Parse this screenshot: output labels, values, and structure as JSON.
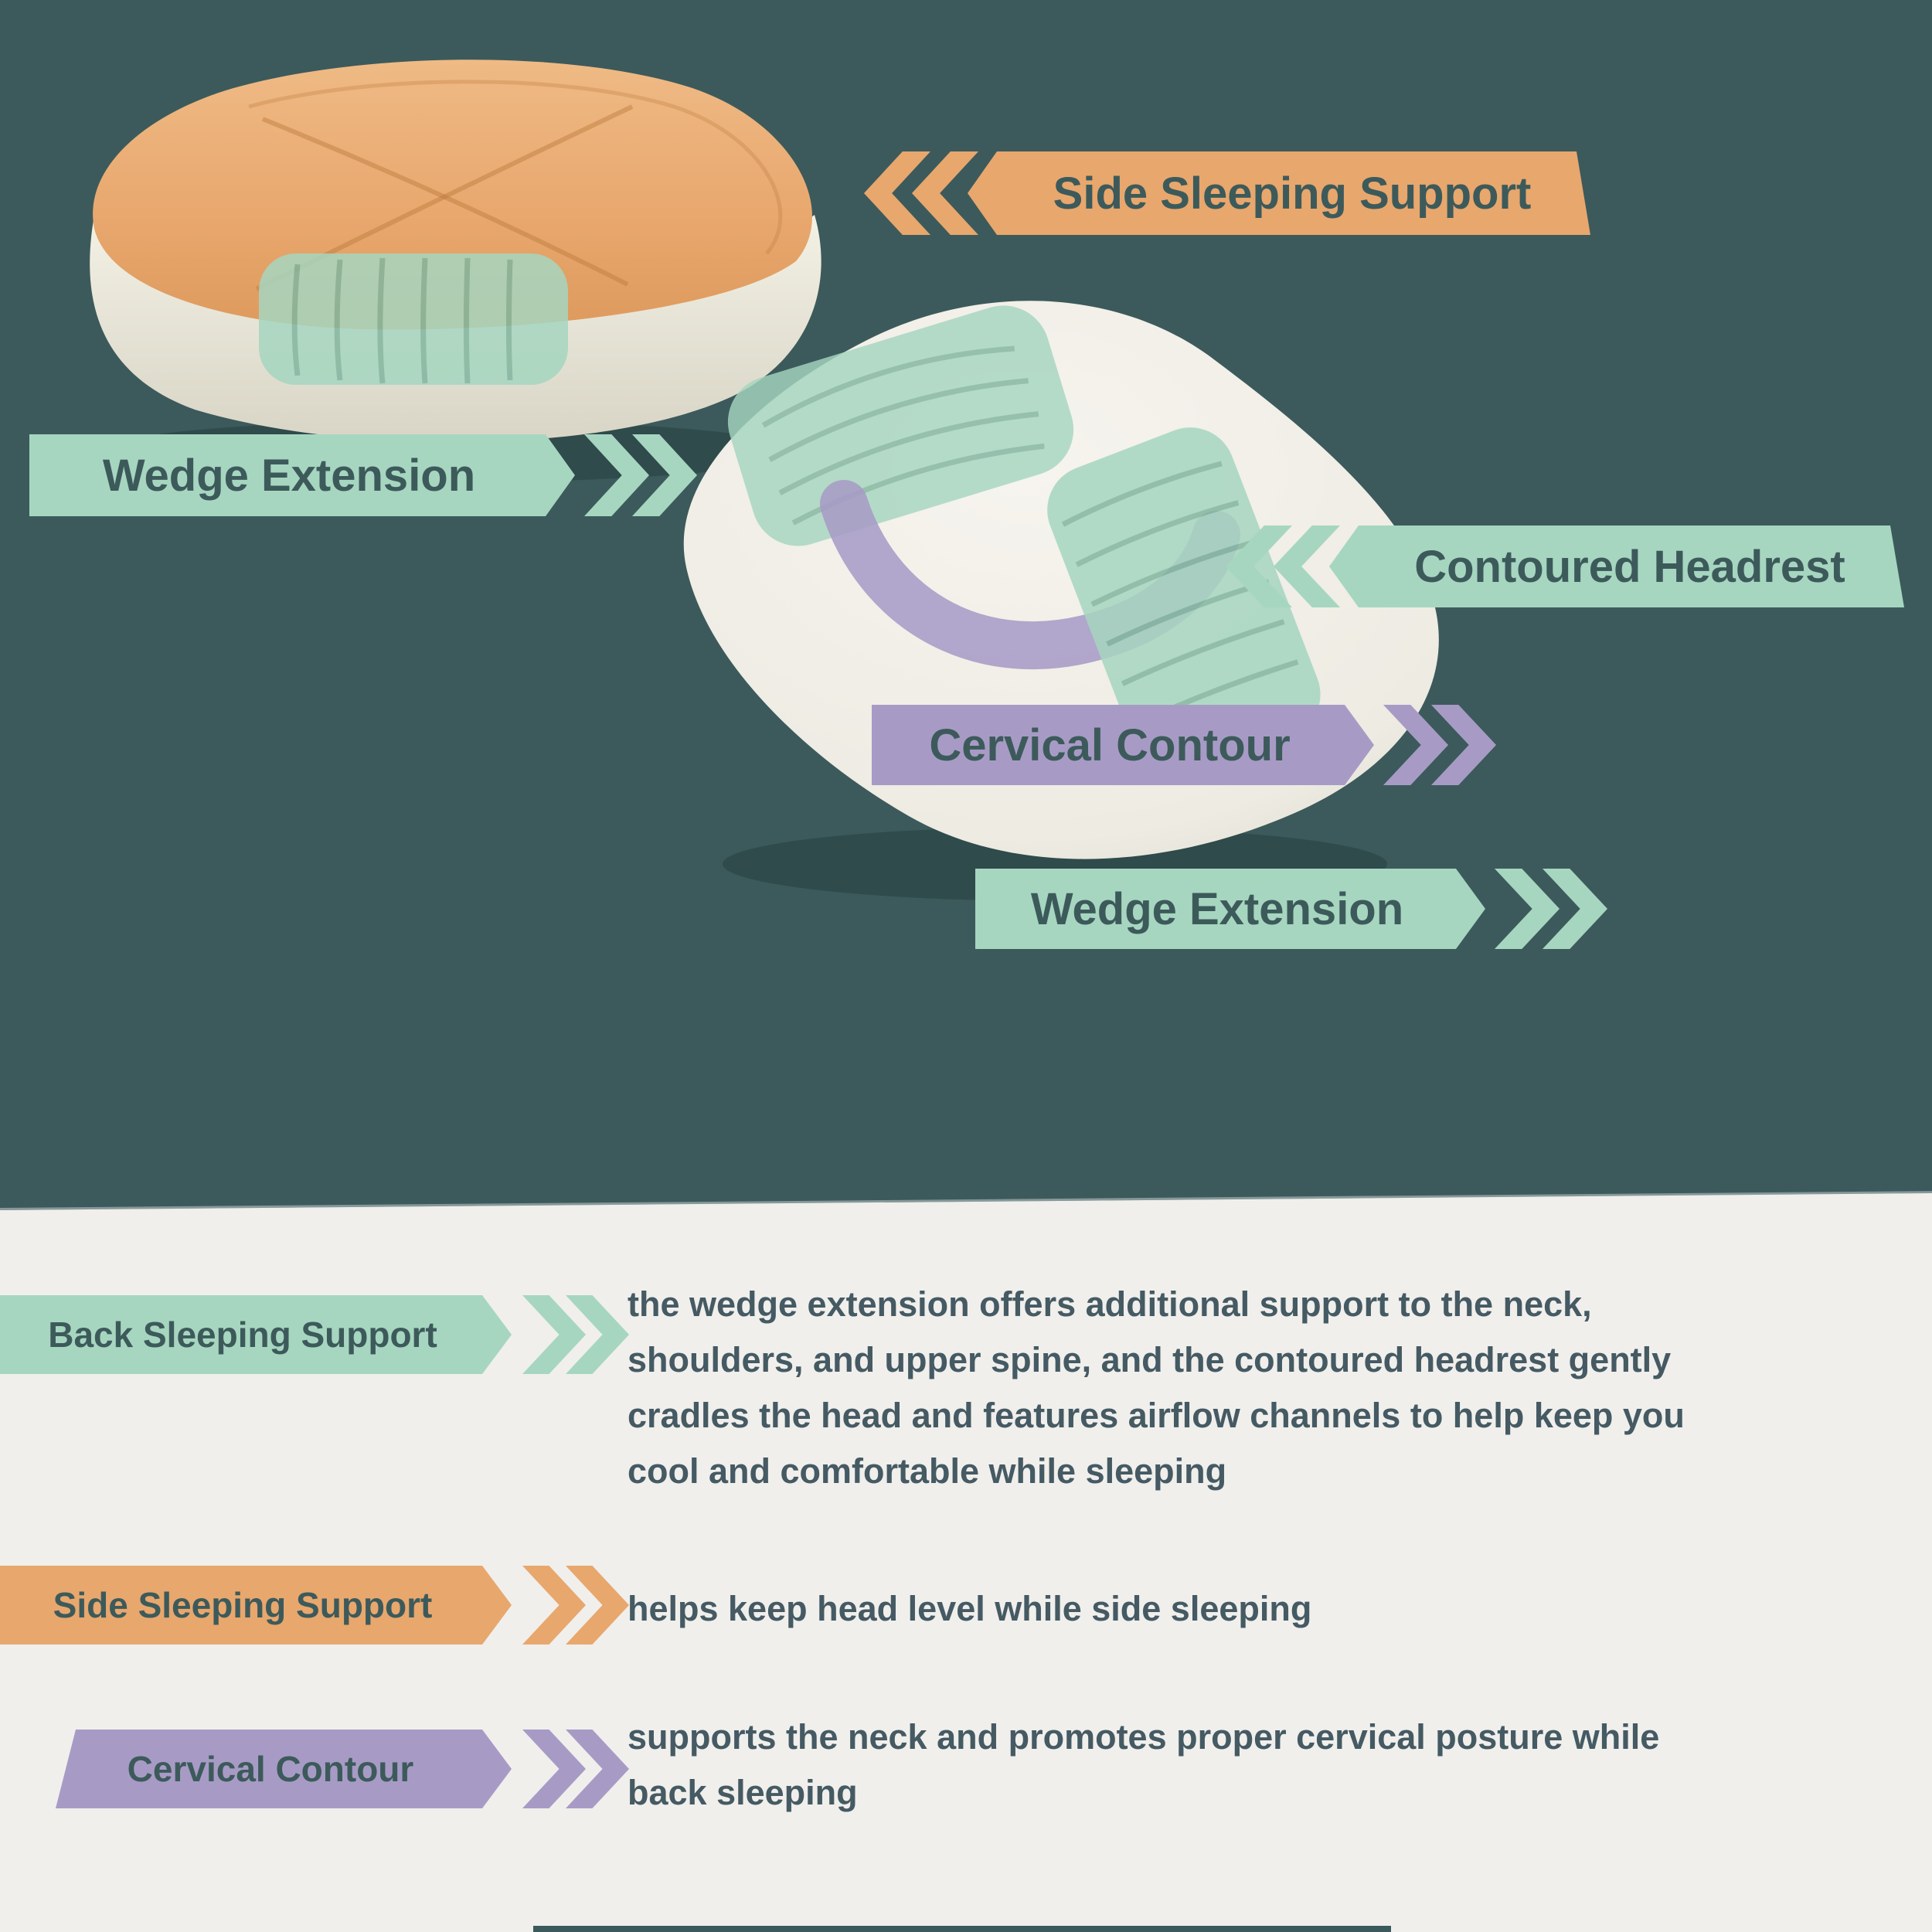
{
  "top": {
    "labels": {
      "side_sleeping_support": "Side Sleeping Support",
      "wedge_extension_left": "Wedge Extension",
      "contoured_headrest": "Contoured Headrest",
      "cervical_contour": "Cervical Contour",
      "wedge_extension_right": "Wedge Extension"
    }
  },
  "legend": {
    "rows": [
      {
        "label": "Back Sleeping Support",
        "color": "#A6D6C0",
        "description": "the wedge extension offers additional support to the neck, shoulders, and upper spine, and the contoured headrest gently cradles the head and features airflow channels to help keep you cool and comfortable while sleeping"
      },
      {
        "label": "Side Sleeping Support",
        "color": "#E8A76D",
        "description": "helps keep head level while side sleeping"
      },
      {
        "label": "Cervical Contour",
        "color": "#A79BC6",
        "description": "supports the neck and promotes proper cervical posture while back sleeping"
      }
    ]
  },
  "colors": {
    "background_top": "#3C5A5B",
    "background_bottom": "#F0EFEC",
    "accent_orange": "#E8A76D",
    "accent_green": "#A6D6C0",
    "accent_purple": "#A79BC6",
    "label_text": "#3D5A5B",
    "body_text": "#455A63"
  }
}
